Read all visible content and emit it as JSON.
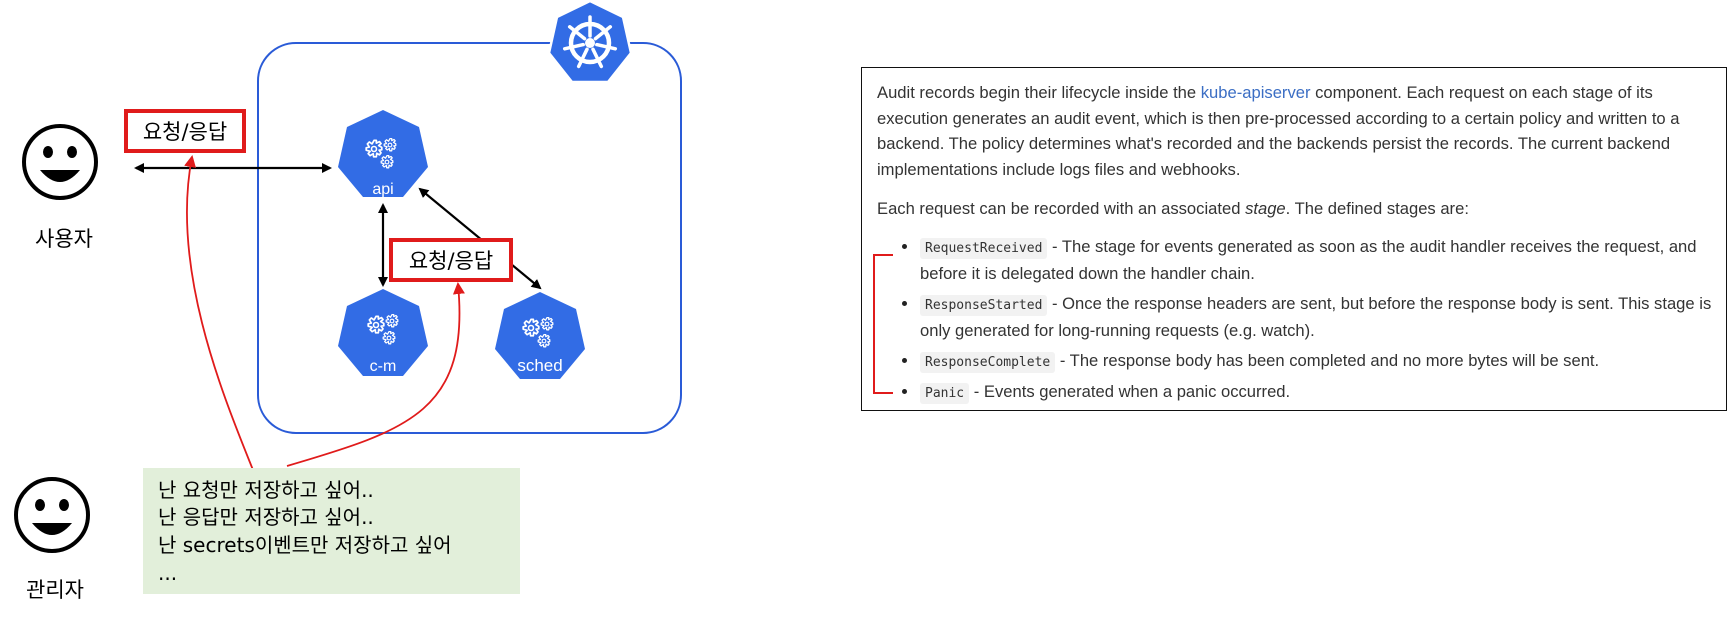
{
  "diagram": {
    "user_label": "사용자",
    "admin_label": "관리자",
    "request_response_1": "요청/응답",
    "request_response_2": "요청/응답",
    "nodes": {
      "api": "api",
      "cm": "c-m",
      "sched": "sched"
    },
    "admin_note": [
      "난 요청만 저장하고 싶어..",
      "난 응답만 저장하고 싶어..",
      "난 secrets이벤트만 저장하고 싶어",
      "..."
    ],
    "colors": {
      "k8s_blue": "#326CE5",
      "highlight_red": "#E01B1B",
      "note_green": "#E2EFDA"
    },
    "icons": [
      "smiley-face-icon",
      "kubernetes-helm-icon",
      "gears-icon"
    ]
  },
  "doc": {
    "p1_before_link": "Audit records begin their lifecycle inside the ",
    "p1_link": "kube-apiserver",
    "p1_after_link": " component. Each request on each stage of its execution generates an audit event, which is then pre-processed according to a certain policy and written to a backend. The policy determines what's recorded and the backends persist the records. The current backend implementations include logs files and webhooks.",
    "p2_before": "Each request can be recorded with an associated ",
    "p2_em": "stage",
    "p2_after": ". The defined stages are:",
    "stages": [
      {
        "code": "RequestReceived",
        "text": " - The stage for events generated as soon as the audit handler receives the request, and before it is delegated down the handler chain."
      },
      {
        "code": "ResponseStarted",
        "text": " - Once the response headers are sent, but before the response body is sent. This stage is only generated for long-running requests (e.g. watch)."
      },
      {
        "code": "ResponseComplete",
        "text": " - The response body has been completed and no more bytes will be sent."
      },
      {
        "code": "Panic",
        "text": " - Events generated when a panic occurred."
      }
    ]
  }
}
